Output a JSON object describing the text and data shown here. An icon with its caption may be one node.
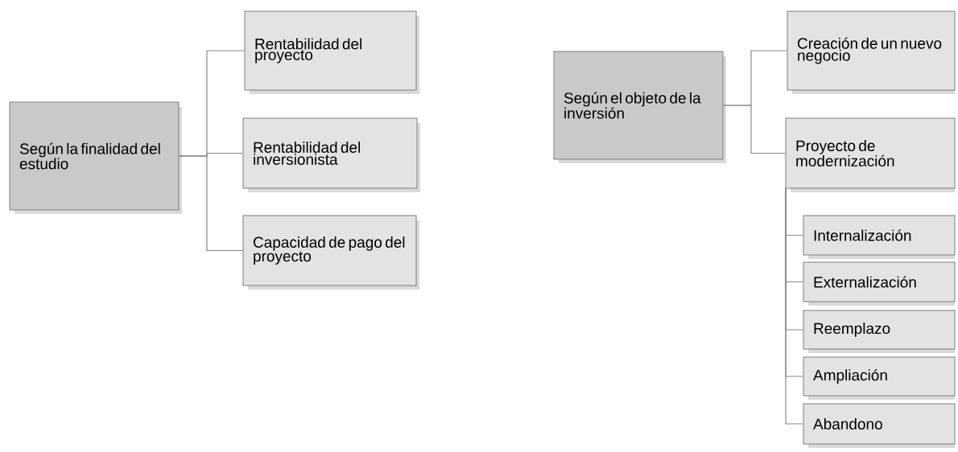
{
  "diagram": {
    "nodes": [
      {
        "text": [
          "Según la finalidad del estudio"
        ]
      },
      {
        "text": [
          "Rentabilidad del proyecto"
        ]
      },
      {
        "text": [
          "Rentabilidad del inversionista"
        ]
      },
      {
        "text": [
          "Capacidad de pago del proyecto"
        ]
      },
      {
        "text": [
          "Según el objeto de la inversión"
        ]
      },
      {
        "text": [
          "Creación de un nuevo negocio"
        ]
      },
      {
        "text": [
          "Proyecto de modernización"
        ]
      },
      {
        "text": [
          "Internalización"
        ]
      },
      {
        "text": [
          "Externalización"
        ]
      },
      {
        "text": [
          "Reemplazo"
        ]
      },
      {
        "text": [
          "Ampliación"
        ]
      },
      {
        "text": [
          "Abandono"
        ]
      }
    ],
    "edges": [
      {
        "from": 0,
        "to": 1,
        "arrow": "none"
      },
      {
        "from": 0,
        "to": 2,
        "arrow": "none"
      },
      {
        "from": 0,
        "to": 3,
        "arrow": "none"
      },
      {
        "from": 4,
        "to": 5,
        "arrow": "none"
      },
      {
        "from": 4,
        "to": 6,
        "arrow": "none"
      },
      {
        "from": 6,
        "to": 7,
        "arrow": "none"
      },
      {
        "from": 6,
        "to": 8,
        "arrow": "none"
      },
      {
        "from": 6,
        "to": 9,
        "arrow": "none"
      },
      {
        "from": 6,
        "to": 10,
        "arrow": "none"
      },
      {
        "from": 6,
        "to": 11,
        "arrow": "none"
      }
    ]
  }
}
